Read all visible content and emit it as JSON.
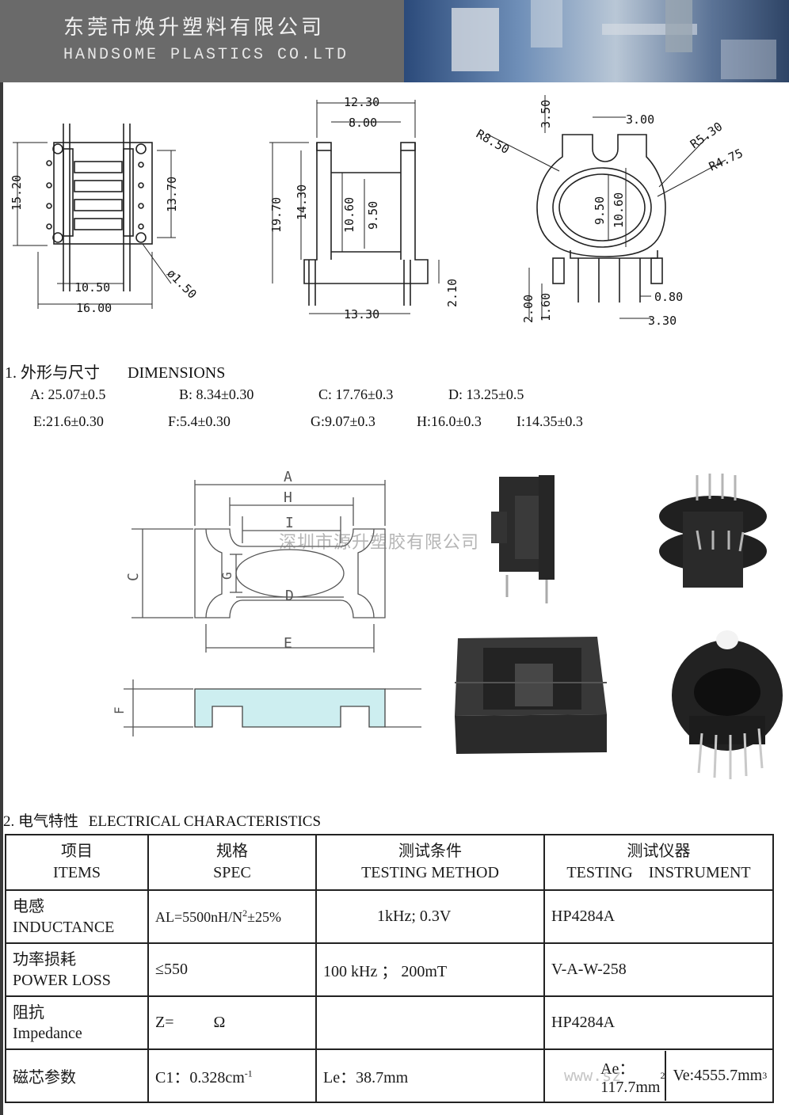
{
  "header": {
    "company_cn": "东莞市焕升塑料有限公司",
    "company_en": "HANDSOME PLASTICS CO.LTD"
  },
  "drawing_dims": {
    "v1": [
      "15.20",
      "13.70",
      "10.50",
      "16.00",
      "ø1.50"
    ],
    "v2": [
      "12.30",
      "8.00",
      "19.70",
      "14.30",
      "10.60",
      "9.50",
      "13.30",
      "2.10"
    ],
    "v3": [
      "3.50",
      "3.00",
      "R8.50",
      "R5.30",
      "R4.75",
      "9.50",
      "10.60",
      "2.00",
      "1.60",
      "0.80",
      "3.30"
    ]
  },
  "section1": {
    "title": "1. 外形与尺寸",
    "title_en": "DIMENSIONS",
    "dims_row1": [
      "A: 25.07±0.5",
      "B: 8.34±0.30",
      "C: 17.76±0.3",
      "D: 13.25±0.5"
    ],
    "dims_row2": [
      "E:21.6±0.30",
      "F:5.4±0.30",
      "G:9.07±0.3",
      "H:16.0±0.3",
      "I:14.35±0.3"
    ]
  },
  "core_drawing_labels": [
    "A",
    "H",
    "I",
    "C",
    "G",
    "D",
    "E",
    "F"
  ],
  "watermark": "深圳市源升塑胶有限公司",
  "watermark_url": "www.sz",
  "section2": {
    "title": "2. 电气特性",
    "title_en": "ELECTRICAL CHARACTERISTICS"
  },
  "table": {
    "headers": [
      {
        "cn": "项目",
        "en": "ITEMS"
      },
      {
        "cn": "规格",
        "en": "SPEC"
      },
      {
        "cn": "测试条件",
        "en": "TESTING METHOD"
      },
      {
        "cn": "测试仪器",
        "en": "TESTING    INSTRUMENT"
      }
    ],
    "rows": [
      {
        "item_cn": "电感",
        "item_en": "INDUCTANCE",
        "spec": "AL=5500nH/N",
        "spec_sup": "2",
        "spec_tail": "±25%",
        "method": "1kHz; 0.3V",
        "instrument": "HP4284A"
      },
      {
        "item_cn": "功率损耗",
        "item_en": "POWER LOSS",
        "spec": "≤550",
        "method": "100 kHz ； 200mT",
        "instrument": "V-A-W-258"
      },
      {
        "item_cn": "阻抗",
        "item_en": "Impedance",
        "spec": "Z=          Ω",
        "method": "",
        "instrument": "HP4284A"
      }
    ],
    "core": {
      "item": "磁芯参数",
      "c1": "C1：0.328cm",
      "c1_sup": "-1",
      "le": "Le：38.7mm",
      "ae": "Ae：117.7mm",
      "ae_sup": "2",
      "ve": "Ve:4555.7mm",
      "ve_sup": "3"
    }
  }
}
